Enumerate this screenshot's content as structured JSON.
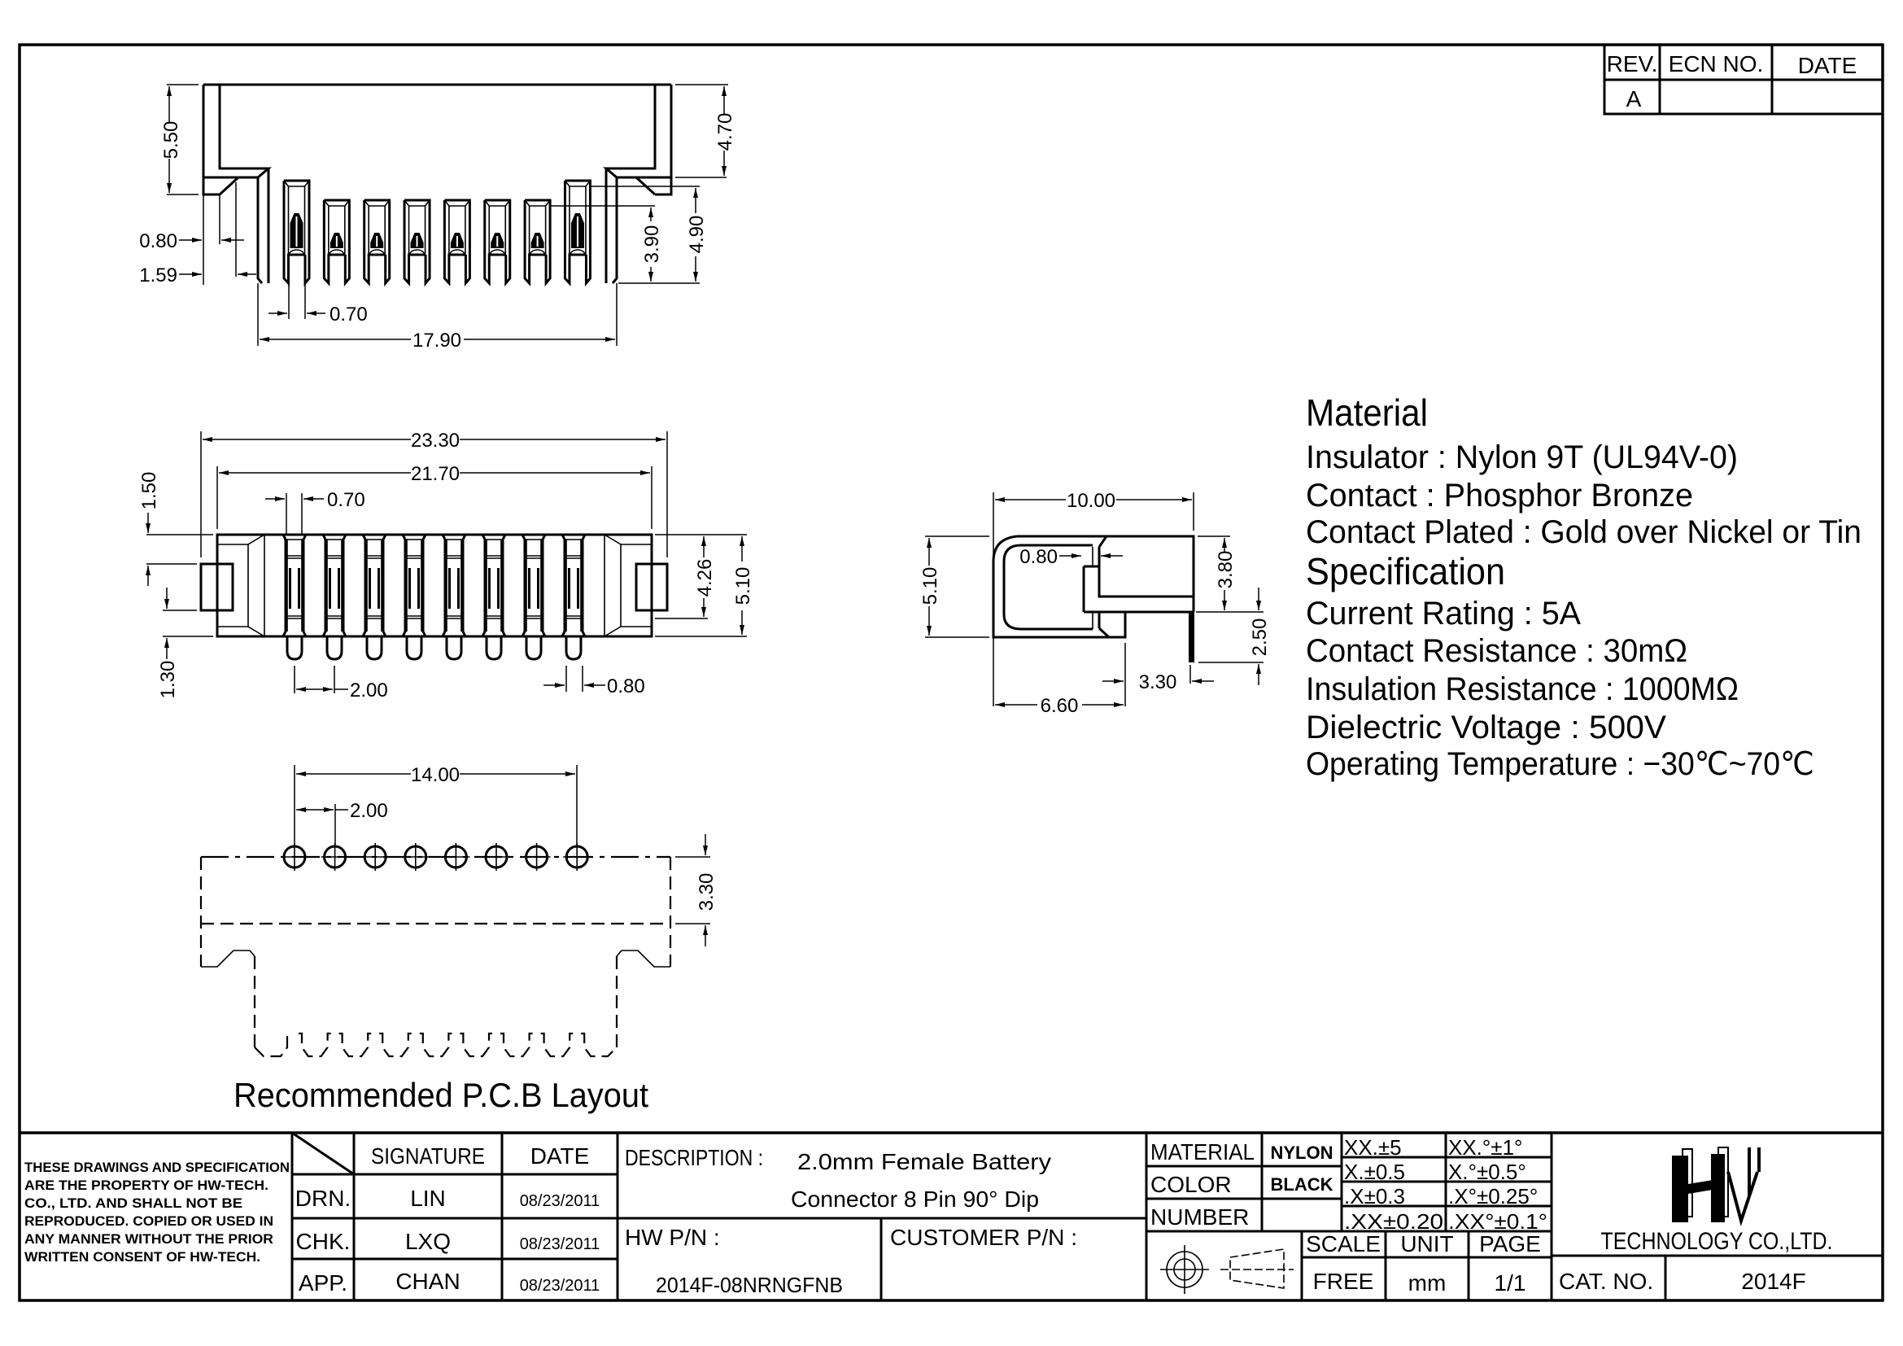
{
  "revision_table": {
    "headers": [
      "REV.",
      "ECN NO.",
      "DATE"
    ],
    "row": [
      "A",
      "",
      ""
    ]
  },
  "top_view_dims": [
    "5.50",
    "4.70",
    "0.80",
    "1.59",
    "0.70",
    "17.90",
    "3.90",
    "4.90"
  ],
  "front_view_dims": [
    "23.30",
    "21.70",
    "0.70",
    "1.50",
    "1.30",
    "4.26",
    "5.10",
    "2.00",
    "0.80"
  ],
  "side_view_dims": [
    "10.00",
    "5.10",
    "0.80",
    "3.80",
    "2.50",
    "3.30",
    "6.60"
  ],
  "pcb_layout": {
    "dims": [
      "14.00",
      "2.00",
      "3.30"
    ],
    "title": "Recommended P.C.B Layout",
    "pin_count": 8
  },
  "material": {
    "heading": "Material",
    "lines": [
      "Insulator : Nylon 9T (UL94V-0)",
      "Contact : Phosphor  Bronze",
      "Contact Plated : Gold over Nickel or Tin"
    ]
  },
  "specification": {
    "heading": "Specification",
    "lines": [
      "Current Rating : 5A",
      "Contact Resistance : 30mΩ",
      "Insulation Resistance : 1000MΩ",
      "Dielectric  Voltage : 500V",
      "Operating Temperature : −30℃~70℃"
    ]
  },
  "title_block": {
    "notice": [
      "THESE DRAWINGS AND SPECIFICATION",
      "ARE THE PROPERTY OF HW-TECH.",
      "CO., LTD. AND SHALL NOT BE",
      "REPRODUCED. COPIED OR USED IN",
      "ANY MANNER WITHOUT THE PRIOR",
      "WRITTEN CONSENT OF HW-TECH."
    ],
    "sign_headers": [
      "SIGNATURE",
      "DATE"
    ],
    "sign_rows": [
      {
        "role": "DRN.",
        "name": "LIN",
        "date": "08/23/2011"
      },
      {
        "role": "CHK.",
        "name": "LXQ",
        "date": "08/23/2011"
      },
      {
        "role": "APP.",
        "name": "CHAN",
        "date": "08/23/2011"
      }
    ],
    "description_label": "DESCRIPTION :",
    "description_line1": "2.0mm   Female   Battery",
    "description_line2": "Connector   8 Pin 90° Dip",
    "hw_pn_label": "HW P/N :",
    "hw_pn_value": "2014F-08NRNGFNB",
    "customer_pn_label": "CUSTOMER P/N :",
    "material_rows": [
      {
        "label": "MATERIAL",
        "value": "NYLON"
      },
      {
        "label": "COLOR",
        "value": "BLACK"
      },
      {
        "label": "NUMBER",
        "value": ""
      }
    ],
    "tolerances": [
      [
        "XX.±5",
        "XX.°±1°"
      ],
      [
        "X.±0.5",
        "X.°±0.5°"
      ],
      [
        ".X±0.3",
        ".X°±0.25°"
      ],
      [
        ".XX±0.20",
        ".XX°±0.1°"
      ]
    ],
    "scale_label": "SCALE",
    "scale_value": "FREE",
    "unit_label": "UNIT",
    "unit_value": "mm",
    "page_label": "PAGE",
    "page_value": "1/1",
    "logo_text": "HW",
    "company": "TECHNOLOGY CO.,LTD.",
    "cat_no_label": "CAT. NO.",
    "cat_no_value": "2014F"
  }
}
